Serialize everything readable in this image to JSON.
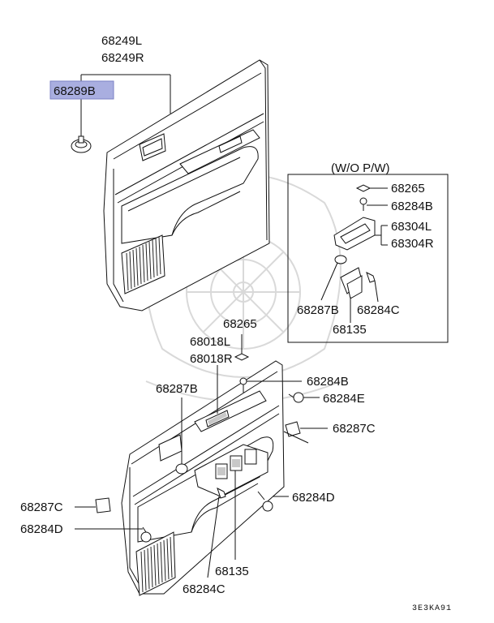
{
  "labels": {
    "door_trim_left": "68249L",
    "door_trim_right": "68249R",
    "clip_highlight": "68289B",
    "wo_pw": "(W/O  P/W)",
    "inset_68265": "68265",
    "inset_68284B": "68284B",
    "inset_68304L": "68304L",
    "inset_68304R": "68304R",
    "inset_68287B": "68287B",
    "inset_68284C": "68284C",
    "inset_68135": "68135",
    "lower_68265": "68265",
    "lower_68018L": "68018L",
    "lower_68018R": "68018R",
    "lower_68284B": "68284B",
    "lower_68287B": "68287B",
    "lower_68284E": "68284E",
    "lower_68287C_right": "68287C",
    "lower_68287C_left": "68287C",
    "lower_68284D_right": "68284D",
    "lower_68284D_left": "68284D",
    "lower_68135": "68135",
    "lower_68284C": "68284C",
    "figure_code": "3E3KA91"
  },
  "colors": {
    "highlight": "#a9aee0",
    "highlight_border": "#7c82c4",
    "line": "#111111"
  }
}
